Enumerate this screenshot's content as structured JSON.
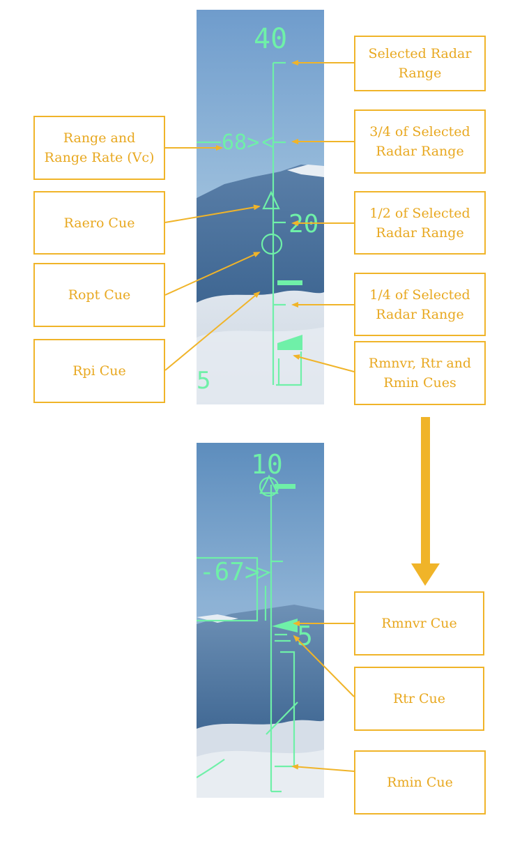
{
  "top_hud": {
    "range_scale_top": "40",
    "range_readout": "68>",
    "half_range_mark": "20",
    "bottom_scale": "5"
  },
  "bottom_hud": {
    "range_scale_top": "10",
    "range_readout": "-67>",
    "scale_mark": "5"
  },
  "labels": {
    "selected_radar_range": "Selected Radar\nRange",
    "three_quarter_range": "3/4 of Selected\nRadar Range",
    "half_range": "1/2 of Selected\nRadar Range",
    "quarter_range": "1/4 of Selected\nRadar Range",
    "rmnvr_rtr_rmin": "Rmnvr, Rtr and\nRmin Cues",
    "range_and_rate": "Range and\nRange Rate (Vc)",
    "raero_cue": "Raero Cue",
    "ropt_cue": "Ropt Cue",
    "rpi_cue": "Rpi Cue",
    "rmnvr_cue": "Rmnvr Cue",
    "rtr_cue": "Rtr Cue",
    "rmin_cue": "Rmin Cue"
  },
  "colors": {
    "hud_symbology": "#6ff0a8",
    "callout": "#f0b429",
    "sky": "#5f8fbf"
  }
}
